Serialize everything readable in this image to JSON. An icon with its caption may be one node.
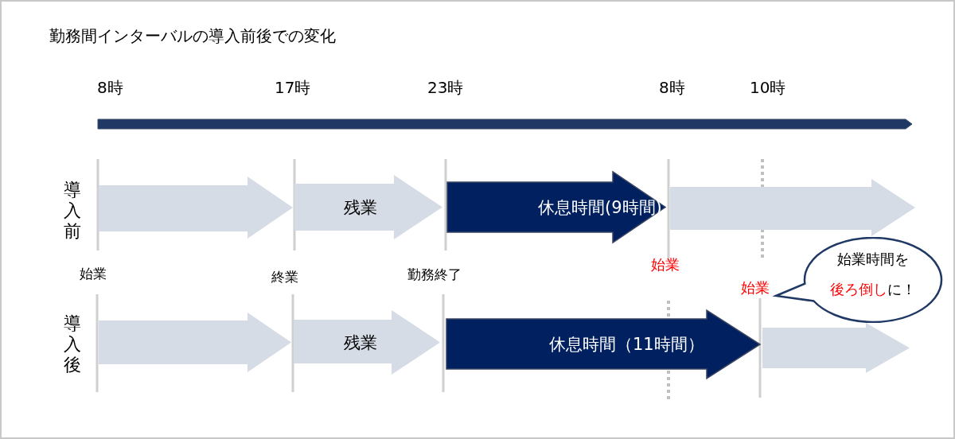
{
  "diagram": {
    "title": "勤務間インターバルの導入前後での変化",
    "nodes": [
      {
        "text": [],
        "shape": "arrow"
      },
      {
        "text": [
          "残業"
        ]
      },
      {
        "text": [
          "休息時間(9時間)"
        ]
      },
      {
        "text": [],
        "shape": "arrow"
      },
      {
        "text": [
          "始業時間を",
          "後ろ倒し",
          "に！"
        ]
      },
      {
        "text": [],
        "shape": "arrow"
      },
      {
        "text": [
          "残業"
        ]
      },
      {
        "text": [
          "休息時間（11時間）"
        ]
      },
      {
        "text": [],
        "shape": "arrow"
      }
    ],
    "labels": [
      "8時",
      "17時",
      "23時",
      "8時",
      "10時",
      "導入前",
      "始業",
      "始業",
      "終業",
      "勤務終了",
      "始業",
      "導入後"
    ]
  }
}
